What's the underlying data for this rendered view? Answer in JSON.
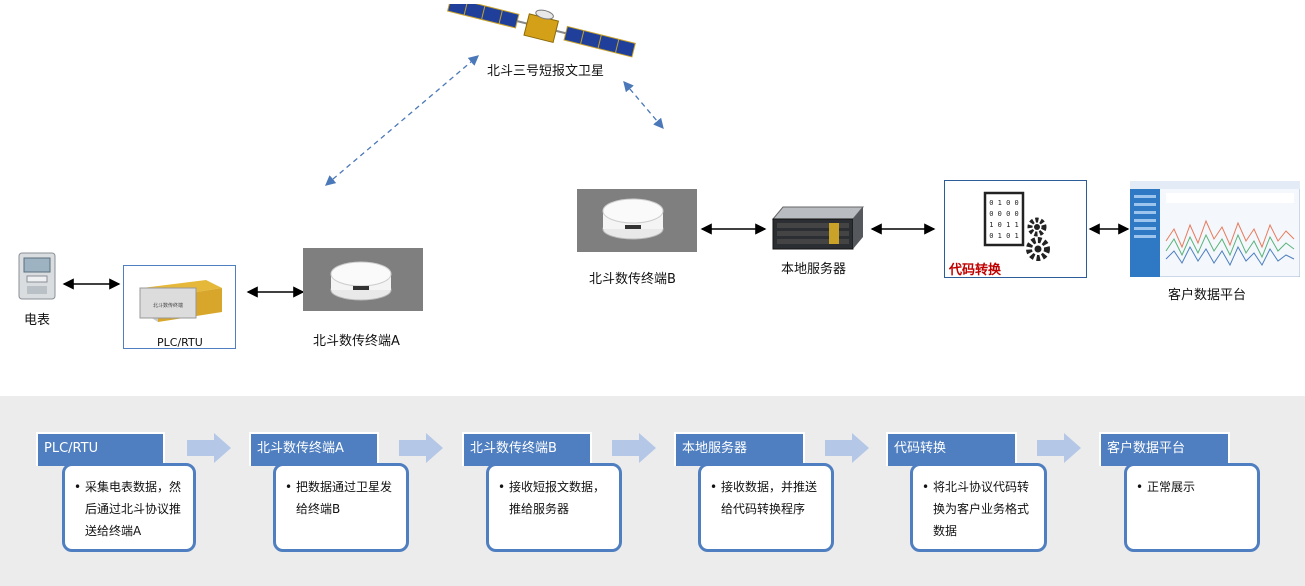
{
  "labels": {
    "satellite": "北斗三号短报文卫星",
    "meter": "电表",
    "plc": "PLC/RTU",
    "terminal_a": "北斗数传终端A",
    "terminal_b": "北斗数传终端B",
    "server": "本地服务器",
    "code_conversion": "代码转换",
    "platform": "客户数据平台",
    "device_plate": "北斗数传终端",
    "code_bits": [
      "0 1 0 0",
      "0 0 0 0",
      "1 0 1 1",
      "0 1 0 1"
    ]
  },
  "steps": [
    {
      "title": "PLC/RTU",
      "text": "采集电表数据，然后通过北斗协议推送给终端A"
    },
    {
      "title": "北斗数传终端A",
      "text": "把数据通过卫星发给终端B"
    },
    {
      "title": "北斗数传终端B",
      "text": "接收短报文数据，推给服务器"
    },
    {
      "title": "本地服务器",
      "text": "接收数据，并推送给代码转换程序"
    },
    {
      "title": "代码转换",
      "text": "将北斗协议代码转换为客户业务格式数据"
    },
    {
      "title": "客户数据平台",
      "text": "正常展示"
    }
  ],
  "bullet": "•",
  "colors": {
    "accent": "#4f7fc0",
    "dashed_link": "#4a78b8",
    "arrow_chevron": "#b4c7e7",
    "highlight": "#c00000",
    "band": "#ececec"
  },
  "icons": [
    "satellite-icon",
    "meter-icon",
    "plc-box-icon",
    "antenna-terminal-icon",
    "rack-server-icon",
    "code-gear-icon",
    "dashboard-icon"
  ]
}
